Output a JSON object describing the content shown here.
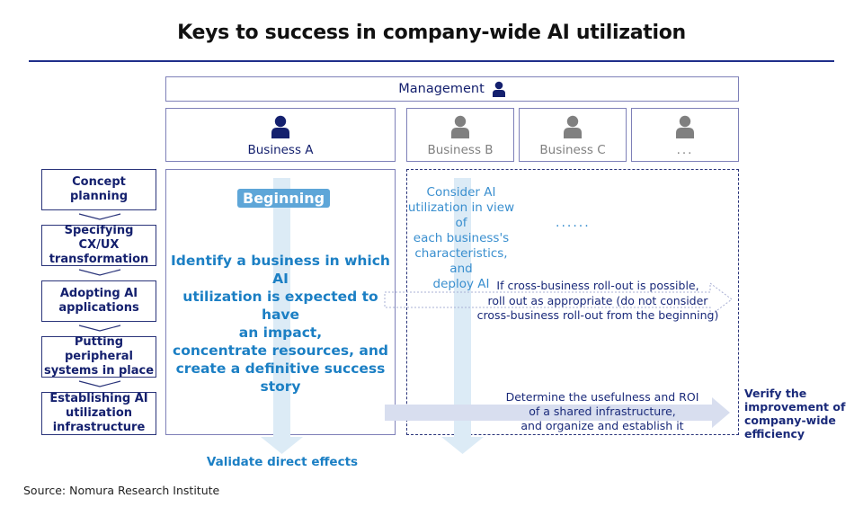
{
  "title": "Keys to success in company-wide AI utilization",
  "management": {
    "label": "Management",
    "icon": "person-icon"
  },
  "businesses": [
    {
      "label": "Business A",
      "active": true
    },
    {
      "label": "Business B",
      "active": false
    },
    {
      "label": "Business C",
      "active": false
    },
    {
      "label": "...",
      "active": false
    }
  ],
  "steps": [
    "Concept planning",
    "Specifying CX/UX transformation",
    "Adopting AI applications",
    "Putting peripheral systems in place",
    "Establishing AI utilization infrastructure"
  ],
  "panel_a": {
    "badge": "Beginning",
    "text_lines": [
      "Identify a business in which AI",
      "utilization is expected to have",
      "an impact,",
      "concentrate resources, and",
      "create a definitive success story"
    ],
    "arrow_label": "Validate direct effects"
  },
  "panel_b": {
    "text_lines": [
      "Consider AI",
      "utilization in view of",
      "each business's",
      "characteristics, and",
      "deploy AI"
    ],
    "ellipsis": "......",
    "rollout_lines": [
      "If cross-business roll-out is possible,",
      "roll out as appropriate (do not consider",
      "cross-business roll-out from the beginning)"
    ],
    "infra_lines": [
      "Determine the usefulness and ROI",
      "of a shared infrastructure,",
      "and organize and establish it"
    ]
  },
  "outcome_lines": [
    "Verify the",
    "improvement of",
    "company-wide",
    "efficiency"
  ],
  "source": "Source: Nomura Research Institute",
  "colors": {
    "navy": "#1a2a7a",
    "accent_blue": "#1b7fc4",
    "badge_blue": "#5ea6d8",
    "arrow_light": "#dcebf6",
    "arrow_lavender": "#d8deef",
    "inactive_gray": "#808080"
  }
}
